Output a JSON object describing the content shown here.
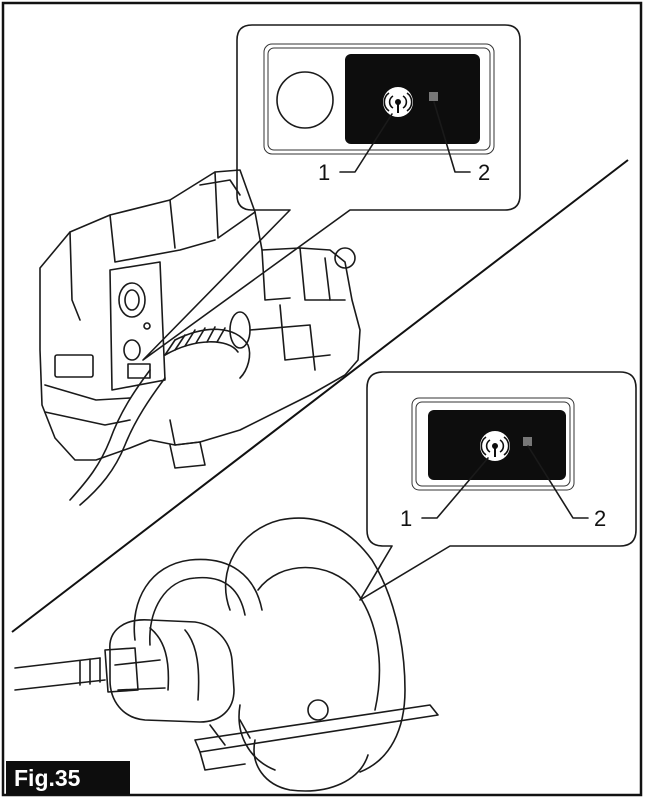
{
  "figure": {
    "label": "Fig.35",
    "top_callout": {
      "num1": "1",
      "num2": "2",
      "icons": [
        "wireless-signal-icon",
        "indicator-lamp-icon"
      ]
    },
    "bottom_callout": {
      "num1": "1",
      "num2": "2",
      "icons": [
        "wireless-signal-icon",
        "indicator-lamp-icon"
      ]
    }
  }
}
